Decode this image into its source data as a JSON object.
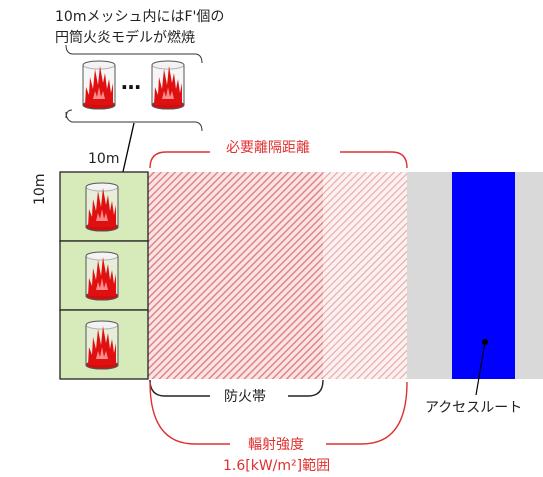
{
  "caption": {
    "line1": "10mメッシュ内にはF'個の",
    "line2": "円筒火炎モデルが燃焼"
  },
  "ellipsis": "…",
  "mesh": {
    "width_label": "10m",
    "height_label": "10m"
  },
  "labels": {
    "required_distance": "必要離隔距離",
    "firebreak": "防火帯",
    "access_route": "アクセスルート",
    "radiant_intensity_line1": "輻射強度",
    "radiant_intensity_line2": "1.6[kW/m²]範囲"
  },
  "colors": {
    "flame": "#e01010",
    "mesh_fill": "#d7eaba",
    "hatch_dark": "#d98080",
    "hatch_light": "#e8aaaa",
    "gray_zone": "#d9d9d9",
    "access_route": "#0000ff",
    "bracket_red": "#e03030",
    "bracket_black": "#222222"
  }
}
